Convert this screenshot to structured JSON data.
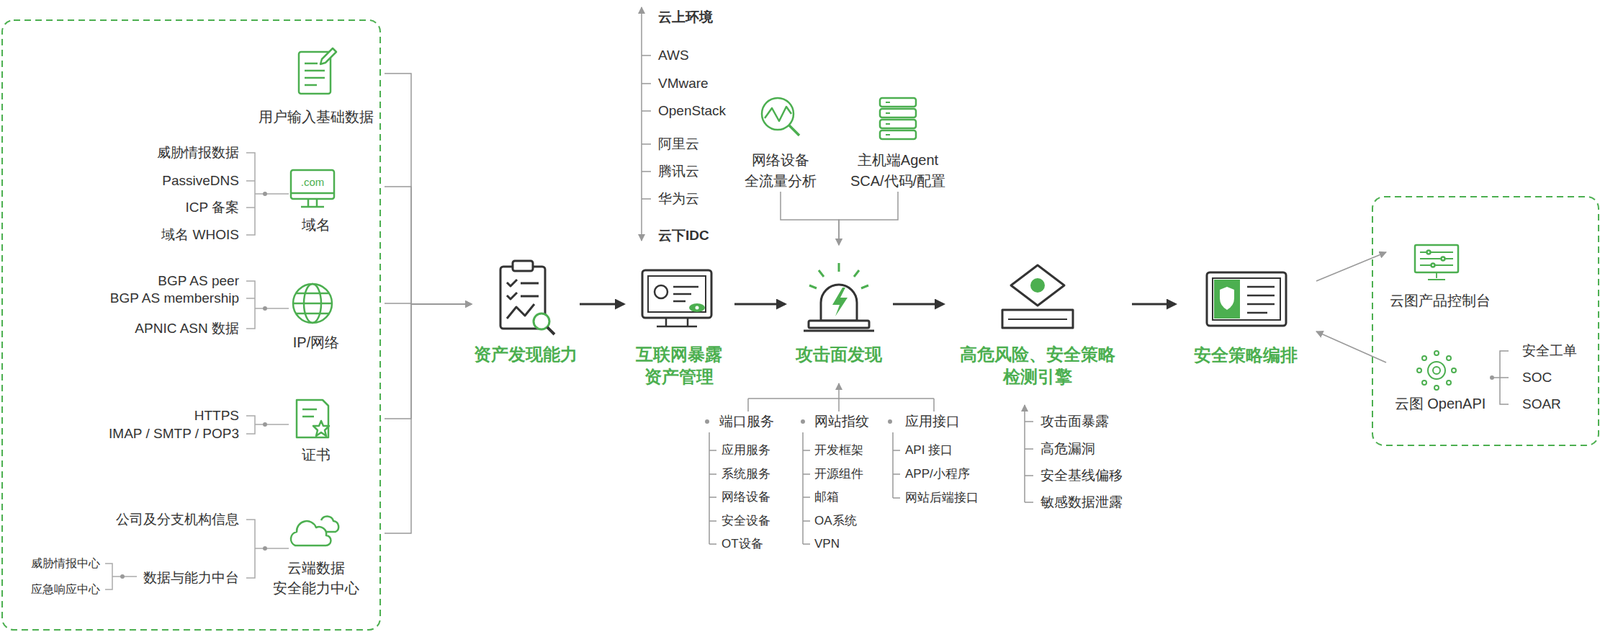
{
  "diagram": {
    "nodes": [
      {
        "text": [
          "用户输入基础数据"
        ]
      },
      {
        "text": [
          "域名"
        ]
      },
      {
        "text": [
          "IP/网络"
        ]
      },
      {
        "text": [
          "证书"
        ]
      },
      {
        "text": [
          "云端数据 安全能力中心"
        ]
      },
      {
        "text": [
          "资产发现能力"
        ]
      },
      {
        "text": [
          "互联网暴露 资产管理"
        ]
      },
      {
        "text": [
          "攻击面发现"
        ]
      },
      {
        "text": [
          "高危风险、安全策略 检测引擎"
        ]
      },
      {
        "text": [
          "安全策略编排"
        ]
      },
      {
        "text": [
          "网络设备 全流量分析"
        ]
      },
      {
        "text": [
          "主机端Agent SCA/代码/配置"
        ]
      },
      {
        "text": [
          "云图产品控制台"
        ]
      },
      {
        "text": [
          "云图 OpenAPI"
        ]
      }
    ],
    "edges": [
      {
        "from": 0,
        "to": 5,
        "arrow": "to"
      },
      {
        "from": 1,
        "to": 5,
        "arrow": "to"
      },
      {
        "from": 2,
        "to": 5,
        "arrow": "to"
      },
      {
        "from": 3,
        "to": 5,
        "arrow": "to"
      },
      {
        "from": 4,
        "to": 5,
        "arrow": "to"
      },
      {
        "from": 5,
        "to": 6,
        "arrow": "to"
      },
      {
        "from": 6,
        "to": 7,
        "arrow": "to"
      },
      {
        "from": 7,
        "to": 8,
        "arrow": "to"
      },
      {
        "from": 8,
        "to": 9,
        "arrow": "to"
      },
      {
        "from": 10,
        "to": 7,
        "arrow": "to"
      },
      {
        "from": 11,
        "to": 7,
        "arrow": "to"
      },
      {
        "from": 9,
        "to": 12,
        "arrow": "to"
      },
      {
        "from": 13,
        "to": 9,
        "arrow": "to"
      }
    ],
    "labels": [
      ".com",
      "威胁情报数据",
      "PassiveDNS",
      "ICP 备案",
      "域名 WHOIS",
      "BGP AS peer",
      "BGP AS membership",
      "APNIC ASN 数据",
      "HTTPS",
      "IMAP / SMTP / POP3",
      "公司及分支机构信息",
      "数据与能力中台",
      "威胁情报中心",
      "应急响应中心",
      "云上环境",
      "AWS",
      "VMware",
      "OpenStack",
      "阿里云",
      "腾讯云",
      "华为云",
      "云下IDC",
      "端口服务",
      "应用服务",
      "系统服务",
      "网络设备",
      "安全设备",
      "OT设备",
      "网站指纹",
      "开发框架",
      "开源组件",
      "邮箱",
      "OA系统",
      "VPN",
      "应用接口",
      "API 接口",
      "APP/小程序",
      "网站后端接口",
      "攻击面暴露",
      "高危漏洞",
      "安全基线偏移",
      "敏感数据泄露",
      "安全工单",
      "SOC",
      "SOAR"
    ]
  }
}
